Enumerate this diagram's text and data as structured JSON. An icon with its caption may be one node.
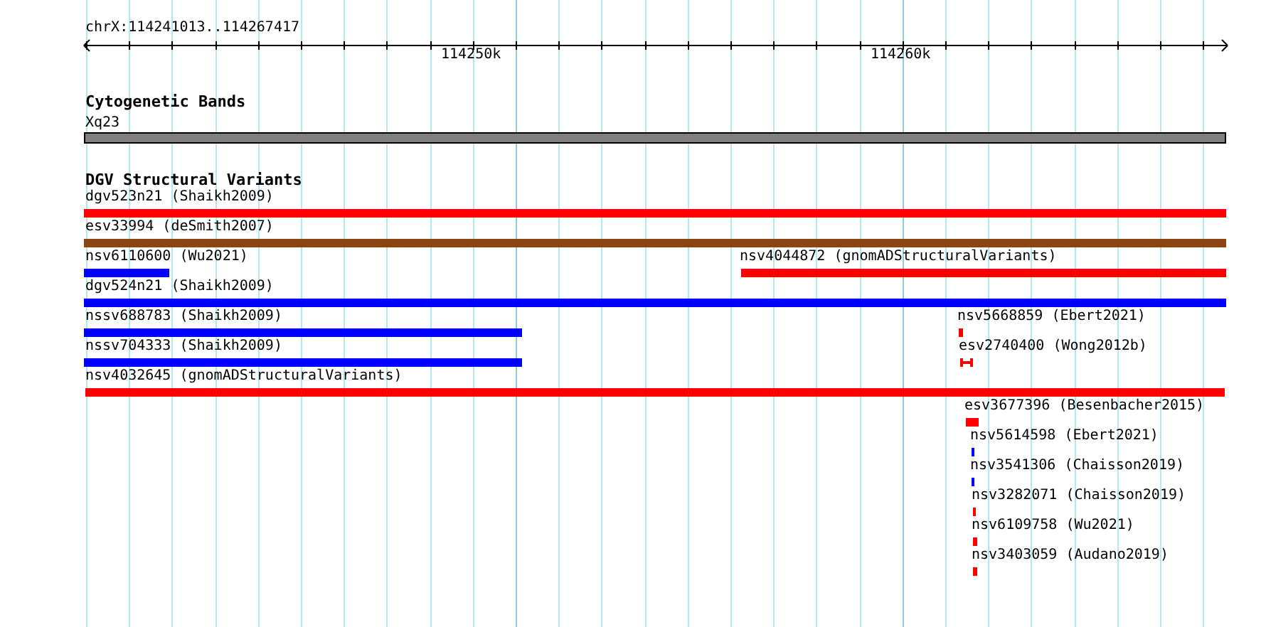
{
  "diagram": {
    "nodes": [
      {
        "text": [
          "Xq23"
        ]
      },
      {
        "text": [
          "dgv523n21 (Shaikh2009)"
        ]
      },
      {
        "text": [
          "esv33994 (deSmith2007)"
        ]
      },
      {
        "text": [
          "nsv6110600 (Wu2021)"
        ]
      },
      {
        "text": [
          "nsv4044872 (gnomADStructuralVariants)"
        ]
      },
      {
        "text": [
          "dgv524n21 (Shaikh2009)"
        ]
      },
      {
        "text": [
          "nssv688783 (Shaikh2009)"
        ]
      },
      {
        "text": [
          "nsv5668859 (Ebert2021)"
        ]
      },
      {
        "text": [
          "nssv704333 (Shaikh2009)"
        ]
      },
      {
        "text": [
          "esv2740400 (Wong2012b)"
        ]
      },
      {
        "text": [
          "nsv4032645 (gnomADStructuralVariants)"
        ]
      },
      {
        "text": [
          "esv3677396 (Besenbacher2015)"
        ]
      },
      {
        "text": [
          "nsv5614598 (Ebert2021)"
        ]
      },
      {
        "text": [
          "nsv3541306 (Chaisson2019)"
        ]
      },
      {
        "text": [
          "nsv3282071 (Chaisson2019)"
        ]
      },
      {
        "text": [
          "nsv6109758 (Wu2021)"
        ]
      },
      {
        "text": [
          "nsv3403059 (Audano2019)"
        ]
      }
    ],
    "labels": [
      "chrX:114241013..114267417",
      "114250k",
      "114260k",
      "Cytogenetic Bands",
      "DGV Structural Variants"
    ]
  }
}
